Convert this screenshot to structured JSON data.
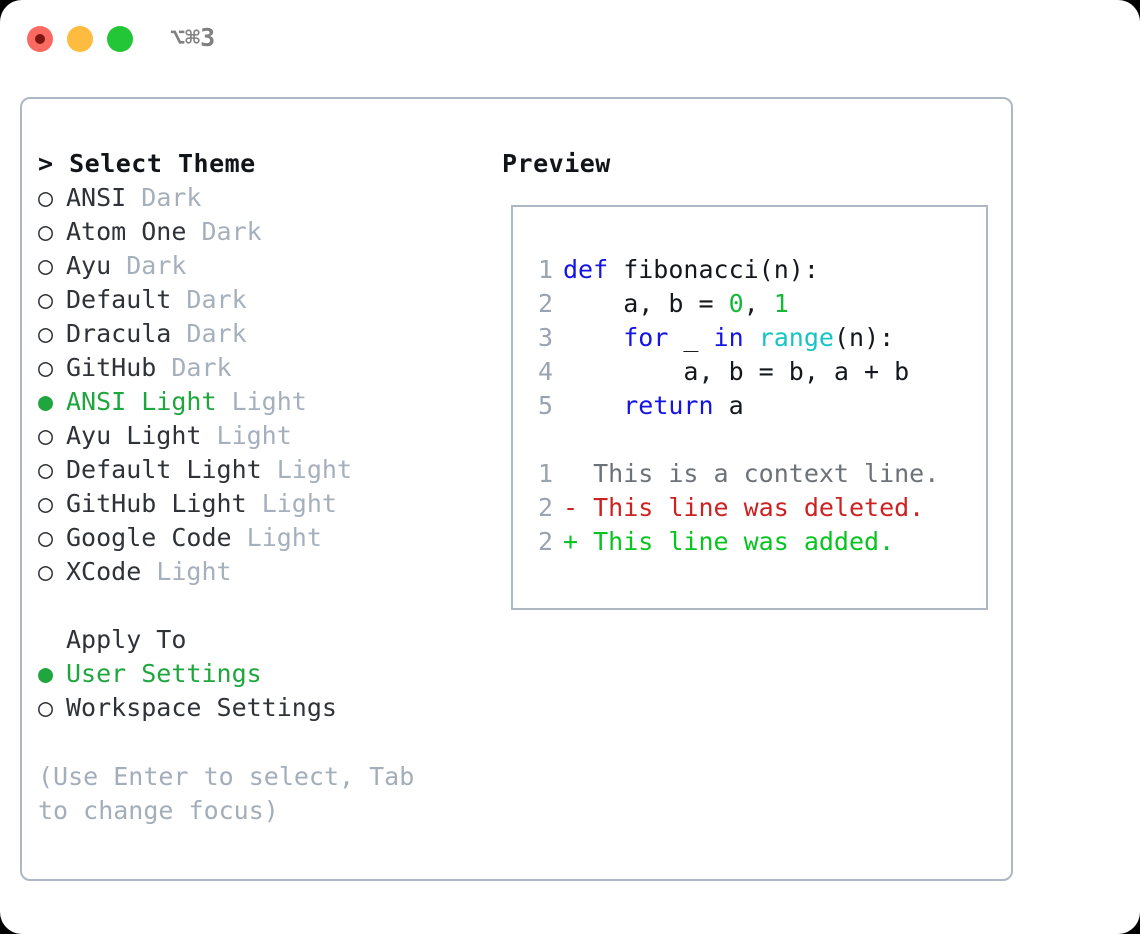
{
  "window": {
    "traffic_lights": [
      "close-red",
      "minimize-amber",
      "maximize-green"
    ],
    "shortcut": "⌥⌘3"
  },
  "theme_panel": {
    "heading": "> Select Theme",
    "markers": {
      "selected": "●",
      "unselected": "○"
    },
    "items": [
      {
        "name": "ANSI",
        "category": "Dark",
        "selected": false
      },
      {
        "name": "Atom One",
        "category": "Dark",
        "selected": false
      },
      {
        "name": "Ayu",
        "category": "Dark",
        "selected": false
      },
      {
        "name": "Default",
        "category": "Dark",
        "selected": false
      },
      {
        "name": "Dracula",
        "category": "Dark",
        "selected": false
      },
      {
        "name": "GitHub",
        "category": "Dark",
        "selected": false
      },
      {
        "name": "ANSI Light",
        "category": "Light",
        "selected": true
      },
      {
        "name": "Ayu Light",
        "category": "Light",
        "selected": false
      },
      {
        "name": "Default Light",
        "category": "Light",
        "selected": false
      },
      {
        "name": "GitHub Light",
        "category": "Light",
        "selected": false
      },
      {
        "name": "Google Code",
        "category": "Light",
        "selected": false
      },
      {
        "name": "XCode",
        "category": "Light",
        "selected": false
      }
    ]
  },
  "apply_to": {
    "heading": "Apply To",
    "options": [
      {
        "label": "User Settings",
        "selected": true
      },
      {
        "label": "Workspace Settings",
        "selected": false
      }
    ]
  },
  "hint": "(Use Enter to select, Tab to change focus)",
  "preview": {
    "title": "Preview",
    "code": [
      {
        "n": "1",
        "tokens": [
          {
            "t": "def",
            "c": "kw"
          },
          {
            "t": " fibonacci(n):",
            "c": ""
          }
        ]
      },
      {
        "n": "2",
        "tokens": [
          {
            "t": "    a, b = ",
            "c": ""
          },
          {
            "t": "0",
            "c": "num"
          },
          {
            "t": ", ",
            "c": ""
          },
          {
            "t": "1",
            "c": "num"
          }
        ]
      },
      {
        "n": "3",
        "tokens": [
          {
            "t": "    ",
            "c": ""
          },
          {
            "t": "for",
            "c": "kw"
          },
          {
            "t": " _ ",
            "c": ""
          },
          {
            "t": "in",
            "c": "kw"
          },
          {
            "t": " ",
            "c": ""
          },
          {
            "t": "range",
            "c": "fn"
          },
          {
            "t": "(n):",
            "c": ""
          }
        ]
      },
      {
        "n": "4",
        "tokens": [
          {
            "t": "        a, b = b, a + b",
            "c": ""
          }
        ]
      },
      {
        "n": "5",
        "tokens": [
          {
            "t": "    ",
            "c": ""
          },
          {
            "t": "return",
            "c": "kw"
          },
          {
            "t": " a",
            "c": ""
          }
        ]
      }
    ],
    "diff": [
      {
        "n": "1",
        "sign": "  ",
        "text": "This is a context line.",
        "kind": "ctx"
      },
      {
        "n": "2",
        "sign": "- ",
        "text": "This line was deleted.",
        "kind": "del"
      },
      {
        "n": "2",
        "sign": "+ ",
        "text": "This line was added.",
        "kind": "add"
      }
    ]
  },
  "colors": {
    "accent_green": "#1fa63f",
    "muted": "#a6b0bd",
    "border": "#aeb7c4",
    "keyword": "#1414e6",
    "function": "#17c4c4",
    "number": "#17b83a",
    "diff_deleted": "#cc2222",
    "diff_added": "#08c420"
  }
}
